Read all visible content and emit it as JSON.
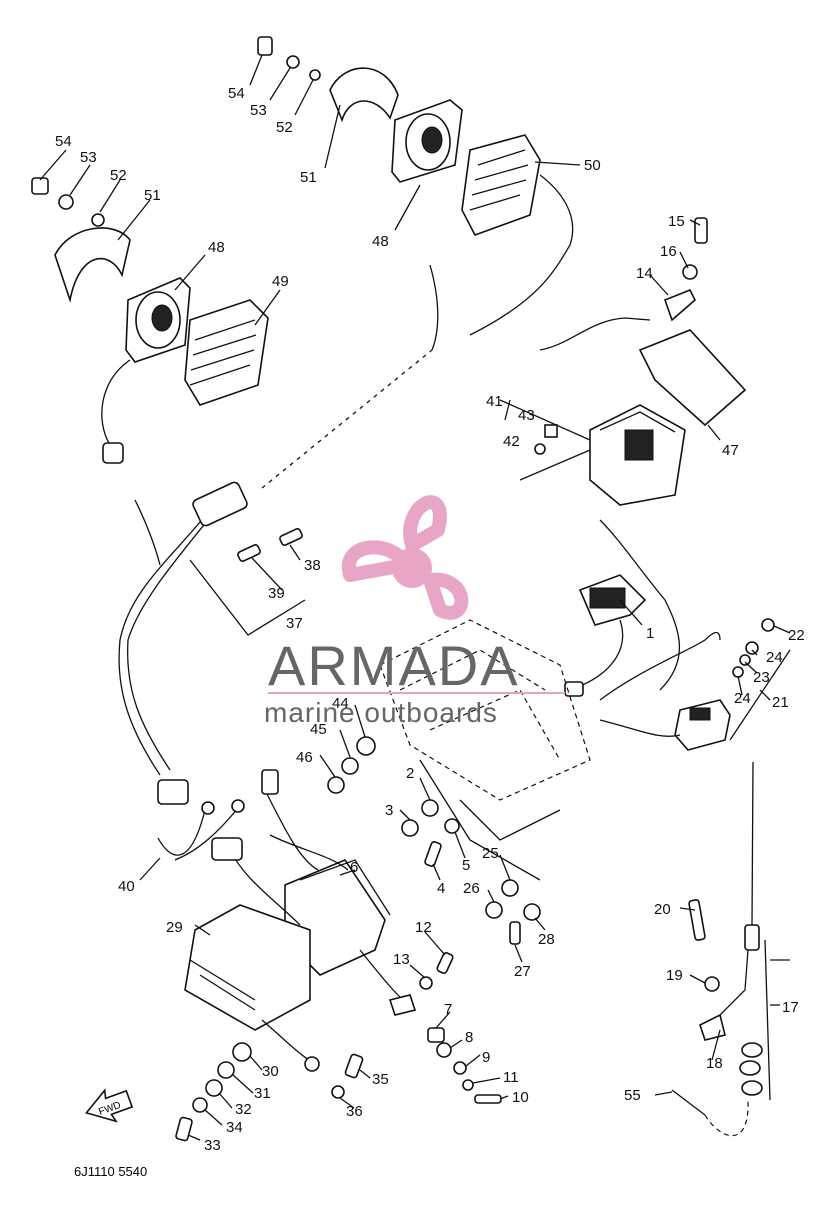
{
  "watermark": {
    "brand": "ARMADA",
    "tagline": "marine outboards",
    "accent_color": "#e7a1c4"
  },
  "diagram": {
    "caption": "FWD",
    "code": "6J1110 5540",
    "callouts": [
      "54",
      "53",
      "52",
      "51",
      "48",
      "50",
      "54",
      "53",
      "52",
      "51",
      "48",
      "49",
      "15",
      "16",
      "14",
      "41",
      "43",
      "42",
      "47",
      "38",
      "39",
      "37",
      "1",
      "22",
      "24",
      "23",
      "24",
      "21",
      "44",
      "45",
      "46",
      "2",
      "3",
      "5",
      "4",
      "25",
      "26",
      "28",
      "27",
      "40",
      "6",
      "29",
      "12",
      "13",
      "7",
      "8",
      "9",
      "11",
      "10",
      "30",
      "31",
      "32",
      "34",
      "33",
      "35",
      "36",
      "20",
      "19",
      "17",
      "18",
      "55"
    ]
  }
}
